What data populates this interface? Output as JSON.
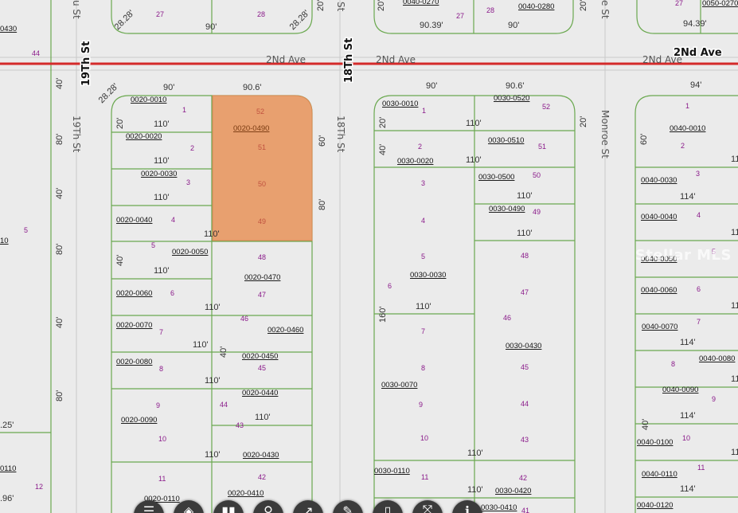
{
  "map": {
    "colors": {
      "road_major": "#d42a2a",
      "parcel_line": "#6aa84f",
      "selected_fill": "#e8a06f",
      "background": "#ebebeb"
    },
    "streets": {
      "avenue_label": "2Nd Ave",
      "avenue_bold": "2Nd Ave",
      "st_19_bold": "19Th St",
      "st_19": "19Th St",
      "st_18_bold": "18Th St",
      "st_18": "18Th St",
      "monroe": "Monroe St",
      "top_u": "u St",
      "top_st": "St",
      "top_e": "e St"
    },
    "watermark": "Stellar MLS",
    "dims": {
      "d90": "90'",
      "d906": "90.6'",
      "d9039": "90.39'",
      "d9439": "94.39'",
      "d94": "94'",
      "d2828": "28.28'",
      "d20": "20'",
      "d40": "40'",
      "d60": "60'",
      "d80": "80'",
      "d110": "110'",
      "d114": "114'",
      "d160": "160'",
      "d125": ".25'",
      "d96": ".96'",
      "d11": "11"
    },
    "lots": {
      "l1": "1",
      "l2": "2",
      "l3": "3",
      "l4": "4",
      "l5": "5",
      "l6": "6",
      "l7": "7",
      "l8": "8",
      "l9": "9",
      "l10": "10",
      "l11": "11",
      "l12": "12",
      "l27": "27",
      "l28": "28",
      "l41": "41",
      "l42": "42",
      "l43": "43",
      "l44": "44",
      "l45": "45",
      "l46": "46",
      "l47": "47",
      "l48": "48",
      "l49": "49",
      "l50": "50",
      "l51": "51",
      "l52": "52"
    },
    "parcels": {
      "p0020_0010": "0020-0010",
      "p0020_0020": "0020-0020",
      "p0020_0030": "0020-0030",
      "p0020_0040": "0020-0040",
      "p0020_0050": "0020-0050",
      "p0020_0060": "0020-0060",
      "p0020_0070": "0020-0070",
      "p0020_0080": "0020-0080",
      "p0020_0090": "0020-0090",
      "p0020_0110": "0020-0110",
      "p0020_0490": "0020-0490",
      "p0020_0470": "0020-0470",
      "p0020_0460": "0020-0460",
      "p0020_0450": "0020-0450",
      "p0020_0440": "0020-0440",
      "p0020_0430": "0020-0430",
      "p0020_0410": "0020-0410",
      "p0030_0010": "0030-0010",
      "p0030_0520": "0030-0520",
      "p0030_0510": "0030-0510",
      "p0030_0020": "0030-0020",
      "p0030_0500": "0030-0500",
      "p0030_0490": "0030-0490",
      "p0030_0030": "0030-0030",
      "p0030_0430": "0030-0430",
      "p0030_0070": "0030-0070",
      "p0030_0110": "0030-0110",
      "p0030_0420": "0030-0420",
      "p0030_0410": "0030-0410",
      "p0030_0": "0030-0",
      "p0040_0270": "0040-0270",
      "p0040_0280": "0040-0280",
      "p0050_0270": "0050-0270",
      "p0430": "0430",
      "p0040_0010": "0040-0010",
      "p0040_0030": "0040-0030",
      "p0040_0040": "0040-0040",
      "p0040_0050": "0040-0050",
      "p0040_0060": "0040-0060",
      "p0040_0070": "0040-0070",
      "p0040_0080": "0040-0080",
      "p0040_0090": "0040-0090",
      "p0040_0100": "0040-0100",
      "p0040_0110": "0040-0110",
      "p0040_0120": "0040-0120",
      "p10": "10",
      "p0110": "0110"
    },
    "toolbar": [
      {
        "icon": "list-icon",
        "glyph": "☰"
      },
      {
        "icon": "layers-icon",
        "glyph": "◈"
      },
      {
        "icon": "book-icon",
        "glyph": "▮▮"
      },
      {
        "icon": "map-pin-icon",
        "glyph": "⚲"
      },
      {
        "icon": "measure-icon",
        "glyph": "↗"
      },
      {
        "icon": "draw-icon",
        "glyph": "✎"
      },
      {
        "icon": "print-icon",
        "glyph": "▯"
      },
      {
        "icon": "share-icon",
        "glyph": "⤧"
      },
      {
        "icon": "info-icon",
        "glyph": "ℹ"
      }
    ]
  }
}
